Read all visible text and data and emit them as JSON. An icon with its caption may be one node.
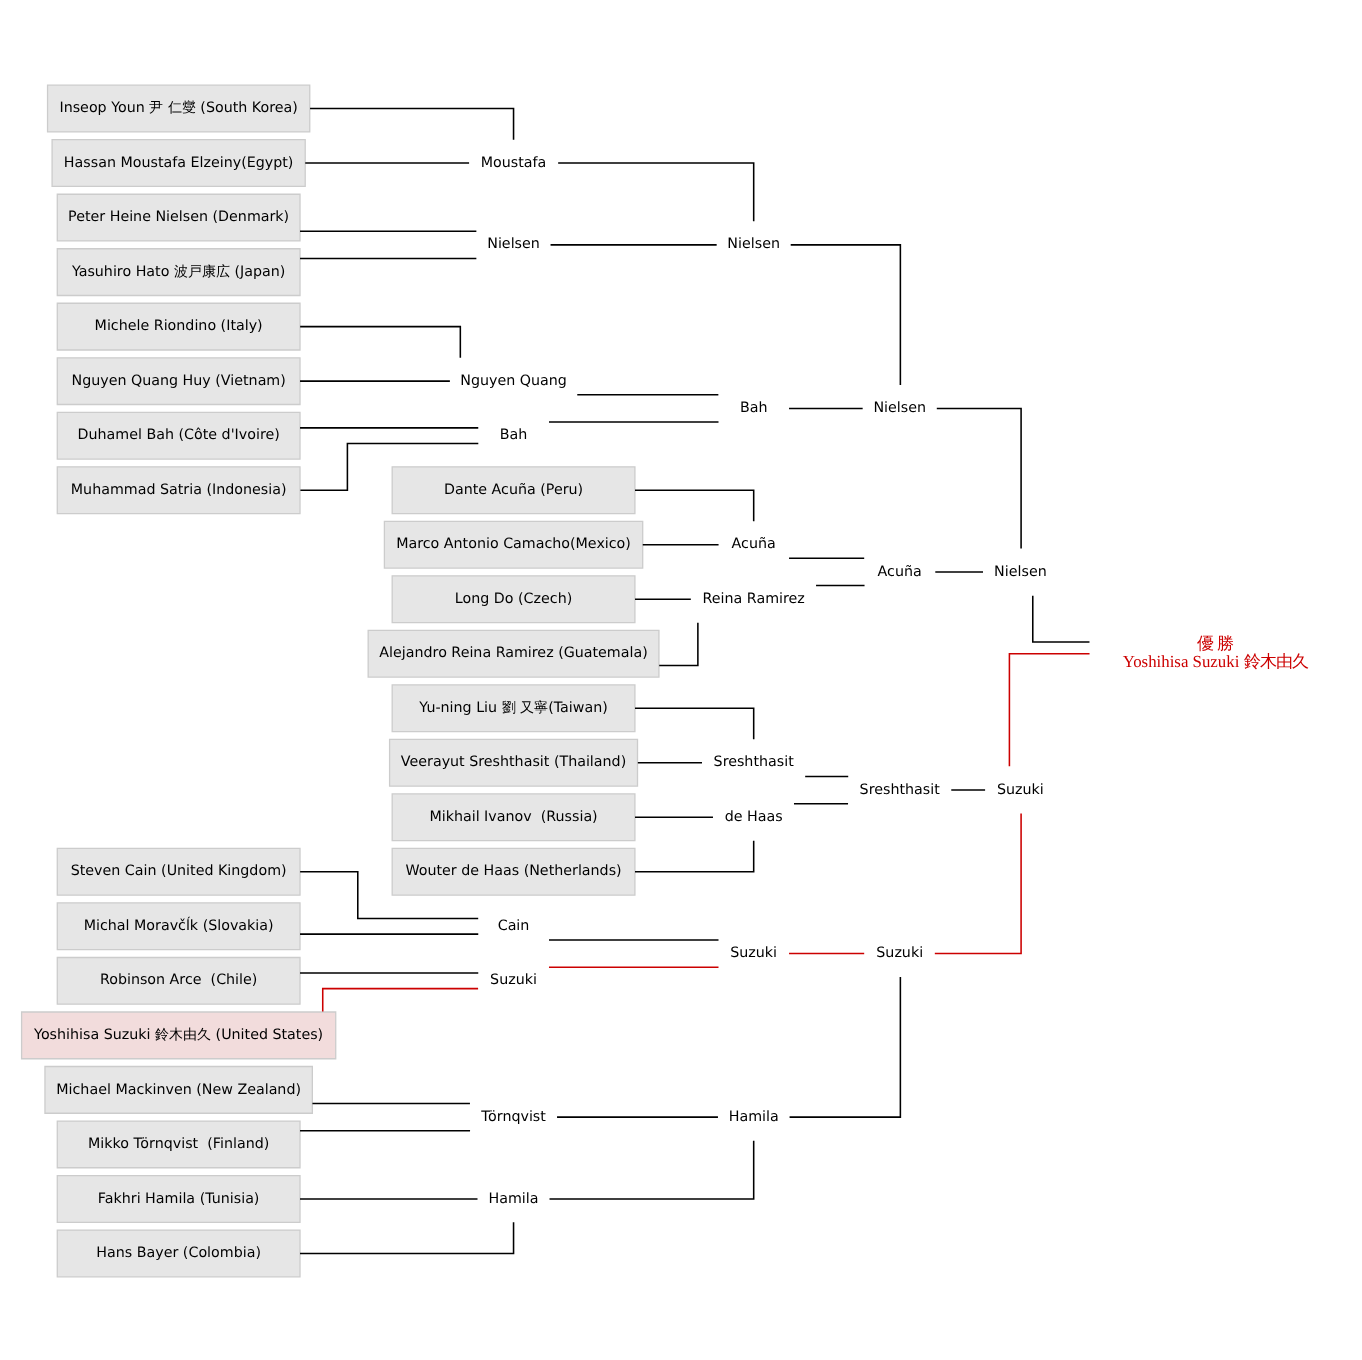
{
  "diagram": {
    "nodes": [
      {
        "text": [
          "Yu-ning Liu 劉 又寧(Taiwan)"
        ]
      },
      {
        "text": [
          "Veerayut Sreshthasit (Thailand)"
        ]
      },
      {
        "text": [
          "Mikhail Ivanov  (Russia)"
        ]
      },
      {
        "text": [
          "Wouter de Haas (Netherlands)"
        ]
      },
      {
        "text": [
          "Michael Mackinven (New Zealand)"
        ]
      },
      {
        "text": [
          "Mikko Törnqvist  (Finland)"
        ]
      },
      {
        "text": [
          "Fakhri Hamila (Tunisia)"
        ]
      },
      {
        "text": [
          "Hans Bayer (Colombia)"
        ]
      },
      {
        "text": [
          "Steven Cain (United Kingdom)"
        ]
      },
      {
        "text": [
          "Michal Moravčĺk (Slovakia)"
        ]
      },
      {
        "text": [
          "Robinson Arce  (Chile)"
        ]
      },
      {
        "text": [
          "Yoshihisa Suzuki 鈴木由久 (United States)"
        ]
      },
      {
        "text": [
          "Inseop Youn 尹 仁燮 (South Korea)"
        ]
      },
      {
        "text": [
          "Hassan Moustafa Elzeiny(Egypt)"
        ]
      },
      {
        "text": [
          "Peter Heine Nielsen (Denmark)"
        ]
      },
      {
        "text": [
          "Yasuhiro Hato 波戸康広 (Japan)"
        ]
      },
      {
        "text": [
          "Michele Riondino (Italy)"
        ]
      },
      {
        "text": [
          "Nguyen Quang Huy (Vietnam)"
        ]
      },
      {
        "text": [
          "Duhamel Bah (Côte d'Ivoire)"
        ]
      },
      {
        "text": [
          "Muhammad Satria (Indonesia)"
        ]
      },
      {
        "text": [
          "Dante Acuña (Peru)"
        ]
      },
      {
        "text": [
          "Marco Antonio Camacho(Mexico)"
        ]
      },
      {
        "text": [
          "Long Do (Czech)"
        ]
      },
      {
        "text": [
          "Alejandro Reina Ramirez (Guatemala)"
        ]
      },
      {
        "text": [
          "Sreshthasit"
        ]
      },
      {
        "text": [
          "de Haas"
        ]
      },
      {
        "text": [
          "Törnqvist"
        ]
      },
      {
        "text": [
          "Hamila"
        ]
      },
      {
        "text": [
          "Cain"
        ]
      },
      {
        "text": [
          "Suzuki"
        ]
      },
      {
        "text": [
          "Moustafa"
        ]
      },
      {
        "text": [
          "Nielsen"
        ]
      },
      {
        "text": [
          "Nguyen Quang"
        ]
      },
      {
        "text": [
          "Bah"
        ]
      },
      {
        "text": [
          "Acuña"
        ]
      },
      {
        "text": [
          "Reina Ramirez"
        ]
      },
      {
        "text": [
          "Hamila"
        ]
      },
      {
        "text": [
          "Suzuki"
        ]
      },
      {
        "text": [
          "Nielsen"
        ]
      },
      {
        "text": [
          "Bah"
        ]
      },
      {
        "text": [
          "Sreshthasit"
        ]
      },
      {
        "text": [
          "Suzuki"
        ]
      },
      {
        "text": [
          "Nielsen"
        ]
      },
      {
        "text": [
          "Acuña"
        ]
      },
      {
        "text": [
          "Suzuki"
        ]
      },
      {
        "text": [
          "Nielsen"
        ]
      },
      {
        "text": [
          "優 勝",
          "Yoshihisa Suzuki 鈴木由久"
        ]
      }
    ],
    "edges": [
      {
        "from": 0,
        "to": 24,
        "arrow": "none"
      },
      {
        "from": 1,
        "to": 24,
        "arrow": "none"
      },
      {
        "from": 2,
        "to": 25,
        "arrow": "none"
      },
      {
        "from": 3,
        "to": 25,
        "arrow": "none"
      },
      {
        "from": 4,
        "to": 26,
        "arrow": "none"
      },
      {
        "from": 5,
        "to": 26,
        "arrow": "none"
      },
      {
        "from": 6,
        "to": 27,
        "arrow": "none"
      },
      {
        "from": 7,
        "to": 27,
        "arrow": "none"
      },
      {
        "from": 8,
        "to": 28,
        "arrow": "none"
      },
      {
        "from": 9,
        "to": 28,
        "arrow": "none"
      },
      {
        "from": 10,
        "to": 29,
        "arrow": "none"
      },
      {
        "from": 11,
        "to": 29,
        "arrow": "none",
        "color": "#cc0000"
      },
      {
        "from": 12,
        "to": 30,
        "arrow": "none"
      },
      {
        "from": 13,
        "to": 30,
        "arrow": "none"
      },
      {
        "from": 14,
        "to": 31,
        "arrow": "none"
      },
      {
        "from": 15,
        "to": 31,
        "arrow": "none"
      },
      {
        "from": 16,
        "to": 32,
        "arrow": "none"
      },
      {
        "from": 17,
        "to": 32,
        "arrow": "none"
      },
      {
        "from": 18,
        "to": 33,
        "arrow": "none"
      },
      {
        "from": 19,
        "to": 33,
        "arrow": "none"
      },
      {
        "from": 20,
        "to": 34,
        "arrow": "none"
      },
      {
        "from": 21,
        "to": 34,
        "arrow": "none"
      },
      {
        "from": 22,
        "to": 35,
        "arrow": "none"
      },
      {
        "from": 23,
        "to": 35,
        "arrow": "none"
      },
      {
        "from": 24,
        "to": 40,
        "arrow": "none"
      },
      {
        "from": 25,
        "to": 40,
        "arrow": "none"
      },
      {
        "from": 26,
        "to": 36,
        "arrow": "none"
      },
      {
        "from": 27,
        "to": 36,
        "arrow": "none"
      },
      {
        "from": 28,
        "to": 37,
        "arrow": "none"
      },
      {
        "from": 29,
        "to": 37,
        "arrow": "none",
        "color": "#cc0000"
      },
      {
        "from": 36,
        "to": 41,
        "arrow": "none"
      },
      {
        "from": 37,
        "to": 41,
        "arrow": "none",
        "color": "#cc0000"
      },
      {
        "from": 30,
        "to": 38,
        "arrow": "none"
      },
      {
        "from": 31,
        "to": 38,
        "arrow": "none"
      },
      {
        "from": 32,
        "to": 39,
        "arrow": "none"
      },
      {
        "from": 33,
        "to": 39,
        "arrow": "none"
      },
      {
        "from": 38,
        "to": 42,
        "arrow": "none"
      },
      {
        "from": 39,
        "to": 42,
        "arrow": "none"
      },
      {
        "from": 34,
        "to": 43,
        "arrow": "none"
      },
      {
        "from": 35,
        "to": 43,
        "arrow": "none"
      },
      {
        "from": 40,
        "to": 44,
        "arrow": "none"
      },
      {
        "from": 41,
        "to": 44,
        "arrow": "none",
        "color": "#cc0000"
      },
      {
        "from": 42,
        "to": 45,
        "arrow": "none"
      },
      {
        "from": 43,
        "to": 45,
        "arrow": "none"
      },
      {
        "from": 44,
        "to": 46,
        "arrow": "none",
        "color": "#cc0000"
      },
      {
        "from": 45,
        "to": 46,
        "arrow": "none"
      }
    ]
  }
}
